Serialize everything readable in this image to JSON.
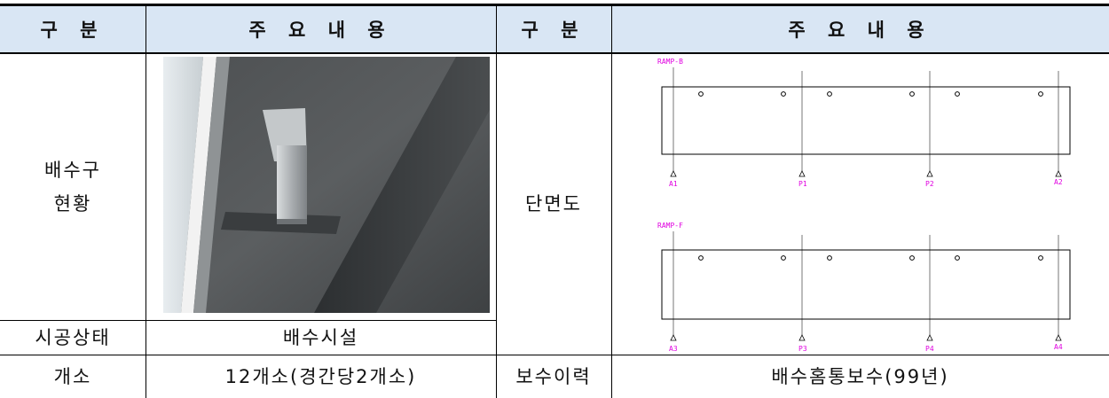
{
  "headers": {
    "col1": "구 분",
    "col2": "주 요 내 용",
    "col3": "구 분",
    "col4": "주 요 내 용"
  },
  "rows": {
    "drain_status_label": "배수구\n현황",
    "construction_label": "시공상태",
    "construction_value": "배수시설",
    "count_label": "개소",
    "count_value": "12개소(경간당2개소)",
    "section_label": "단면도",
    "repair_label": "보수이력",
    "repair_value": "배수홈통보수(99년)"
  },
  "section_drawing": {
    "top": {
      "ramp_label": "RAMP-B",
      "supports": [
        "A1",
        "P1",
        "P2",
        "A2"
      ]
    },
    "bottom": {
      "ramp_label": "RAMP-F",
      "supports": [
        "A3",
        "P3",
        "P4",
        "A4"
      ]
    },
    "label_color": "#e000e0"
  },
  "photo": {
    "subject": "drain-pipe-under-bridge-deck"
  }
}
